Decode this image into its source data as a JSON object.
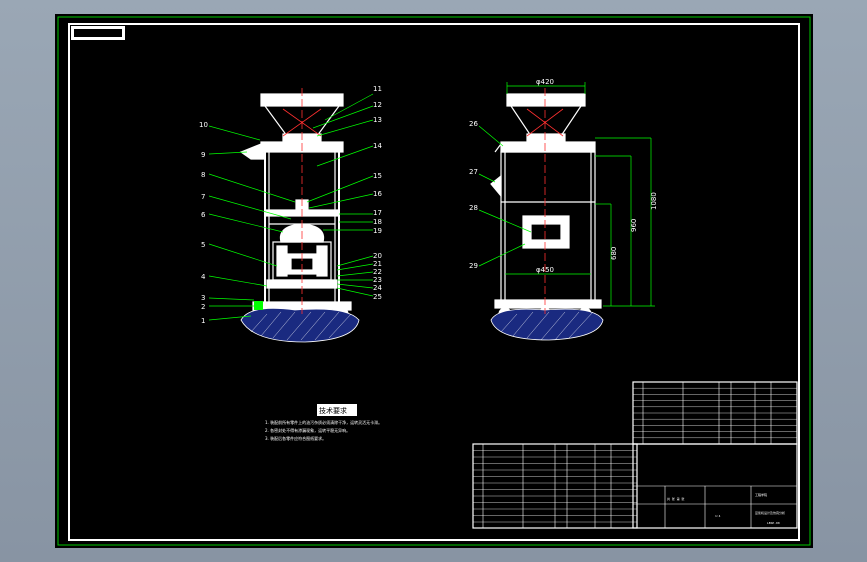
{
  "drawing": {
    "front_view_callouts": [
      "1",
      "2",
      "3",
      "4",
      "5",
      "6",
      "7",
      "8",
      "9",
      "10",
      "11",
      "12",
      "13",
      "14",
      "15",
      "16",
      "17",
      "18",
      "19",
      "20",
      "21",
      "22",
      "23",
      "24",
      "25"
    ],
    "side_view_callouts": [
      "26",
      "27",
      "28",
      "29"
    ],
    "dimensions": {
      "top_width": "φ420",
      "base_width": "φ450",
      "height_1": "1080",
      "height_2": "960",
      "height_3": "680"
    },
    "tech_requirements_title": "技术要求",
    "tech_requirements": [
      "1. 装配前所有零件上的油污杂质必须清除干净，运转灵活无卡滞。",
      "2. 各密封处不得有渗漏现象，运转平稳无异响。",
      "3. 装配后各零件应符合图纸要求。"
    ],
    "title_block": {
      "title": "豆浆机设计及仿真分析",
      "school": "工程学院",
      "drawing_no": "LBSP-00",
      "scale": "1:4",
      "material": "",
      "sheet_label": "共 张 第 张"
    },
    "colors": {
      "background": "#8e9aa8",
      "sheet": "#000000",
      "border": "#00c800",
      "outline": "#ffffff",
      "centerline": "#ff3030",
      "leader": "#00ff00",
      "hatch": "#1a2a80"
    }
  }
}
